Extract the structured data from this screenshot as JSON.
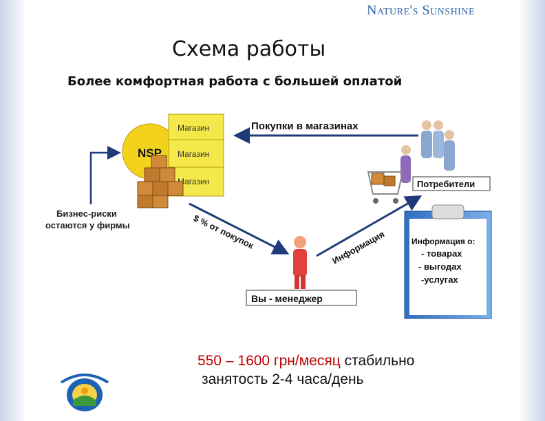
{
  "brand": "Nature's Sunshine",
  "title": "Схема работы",
  "subtitle": "Более комфортная работа с большей оплатой",
  "diagram": {
    "nsp": "NSP",
    "stores": [
      "Магазин",
      "Магазин",
      "Магазин"
    ],
    "purchases": "Покупки в магазинах",
    "consumers": "Потребители",
    "business_risk_line1": "Бизнес-риски",
    "business_risk_line2": "остаются у фирмы",
    "percent_label": "$ % от покупок",
    "info_label": "Информация",
    "manager": "Вы - менеджер",
    "info_title": "Информация о:",
    "info_items": [
      "- товарах",
      "- выгодах",
      "-услугах"
    ]
  },
  "salary": {
    "amount": "550 – 1600 грн/месяц",
    "stable": " стабильно",
    "employment": "занятость 2-4 часа/день"
  },
  "colors": {
    "accent": "#c00000",
    "brand": "#2f63a8",
    "arrow": "#1f3a78",
    "store": "#f5e84a",
    "nsp": "#f2d21c"
  }
}
